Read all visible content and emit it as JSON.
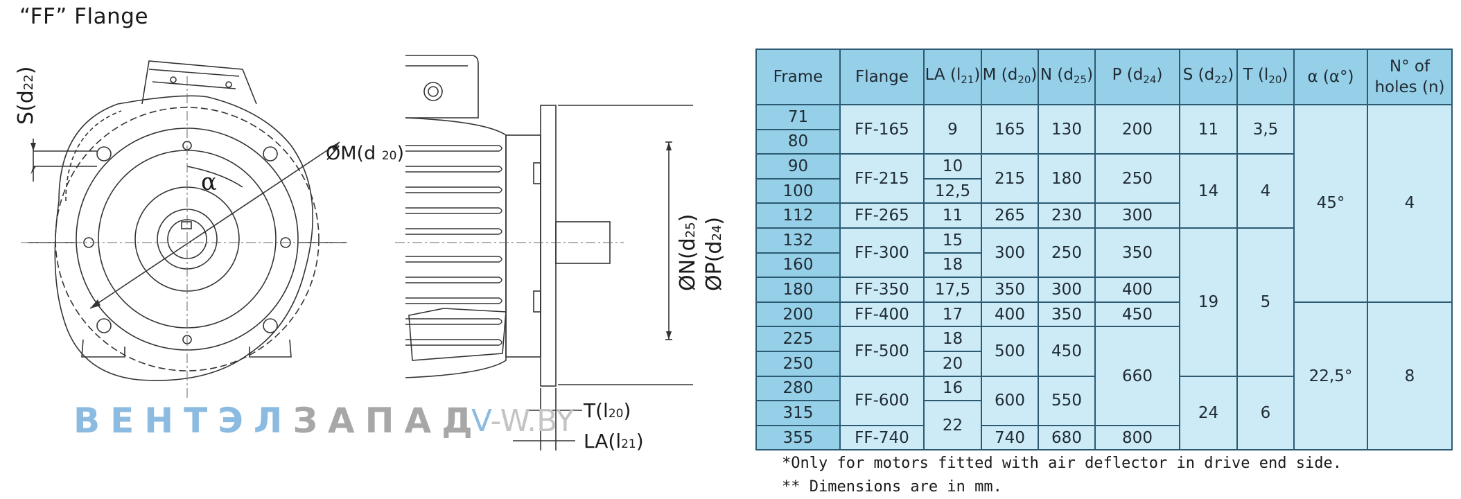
{
  "title": "“FF” Flange",
  "drawing": {
    "labels": {
      "s": "S(d",
      "s_sub": "22",
      "s_close": ")",
      "m": "ØM(d",
      "m_sub": "20",
      "m_close": ")",
      "alpha": "α",
      "n": "ØN(d",
      "n_sub": "25",
      "n_close": ")",
      "p": "ØP(d",
      "p_sub": "24",
      "p_close": ")",
      "t": "T(l",
      "t_sub": "20",
      "t_close": ")",
      "la": "LA(l",
      "la_sub": "21",
      "la_close": ")"
    }
  },
  "watermark": {
    "part1": "ВЕНТЭЛ",
    "part2": "ЗАПАД",
    "site_v": "V",
    "site_rest": "-W.BY"
  },
  "table": {
    "headers": {
      "frame": "Frame",
      "flange": "Flange",
      "la": "LA (l",
      "la_sub": "21",
      "m": "M (d",
      "m_sub": "20",
      "n": "N (d",
      "n_sub": "25",
      "p": "P (d",
      "p_sub": "24",
      "s": "S (d",
      "s_sub": "22",
      "t": "T (l",
      "t_sub": "20",
      "alpha": "α (α°)",
      "holes_line1": "N° of",
      "holes_line2": "holes (n)"
    },
    "frames": [
      "71",
      "80",
      "90",
      "100",
      "112",
      "132",
      "160",
      "180",
      "200",
      "225",
      "250",
      "280",
      "315",
      "355"
    ],
    "flanges": [
      "FF-165",
      "FF-215",
      "FF-265",
      "FF-300",
      "FF-350",
      "FF-400",
      "FF-500",
      "FF-600",
      "FF-740"
    ],
    "la": [
      "9",
      "10",
      "12,5",
      "11",
      "15",
      "18",
      "17,5",
      "17",
      "18",
      "20",
      "16",
      "22"
    ],
    "m": [
      "165",
      "215",
      "265",
      "300",
      "350",
      "400",
      "500",
      "600",
      "740"
    ],
    "n": [
      "130",
      "180",
      "230",
      "250",
      "300",
      "350",
      "450",
      "550",
      "680"
    ],
    "p": [
      "200",
      "250",
      "300",
      "350",
      "400",
      "450",
      "660",
      "800"
    ],
    "s": [
      "11",
      "14",
      "19",
      "24"
    ],
    "t": [
      "3,5",
      "4",
      "5",
      "6"
    ],
    "alpha": [
      "45°",
      "22,5°"
    ],
    "holes": [
      "4",
      "8"
    ]
  },
  "notes": [
    "*Only for motors fitted with air deflector in drive end side.",
    "** Dimensions are in mm."
  ]
}
